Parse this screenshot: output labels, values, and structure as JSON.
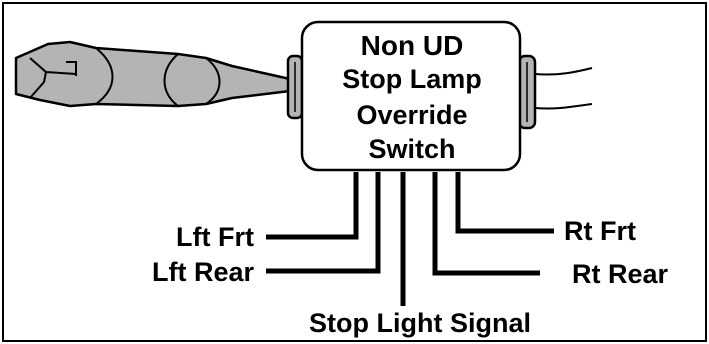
{
  "switch_label": {
    "line1": "Non UD",
    "line2": "Stop Lamp",
    "line3": "Override",
    "line4": "Switch"
  },
  "wires": {
    "lft_frt": "Lft Frt",
    "lft_rear": "Lft Rear",
    "stop_light_signal": "Stop Light Signal",
    "rt_frt": "Rt Frt",
    "rt_rear": "Rt Rear"
  },
  "colors": {
    "stalk_fill": "#b4b4b4",
    "stroke": "#000000",
    "box_fill": "#ffffff",
    "background": "#ffffff"
  }
}
